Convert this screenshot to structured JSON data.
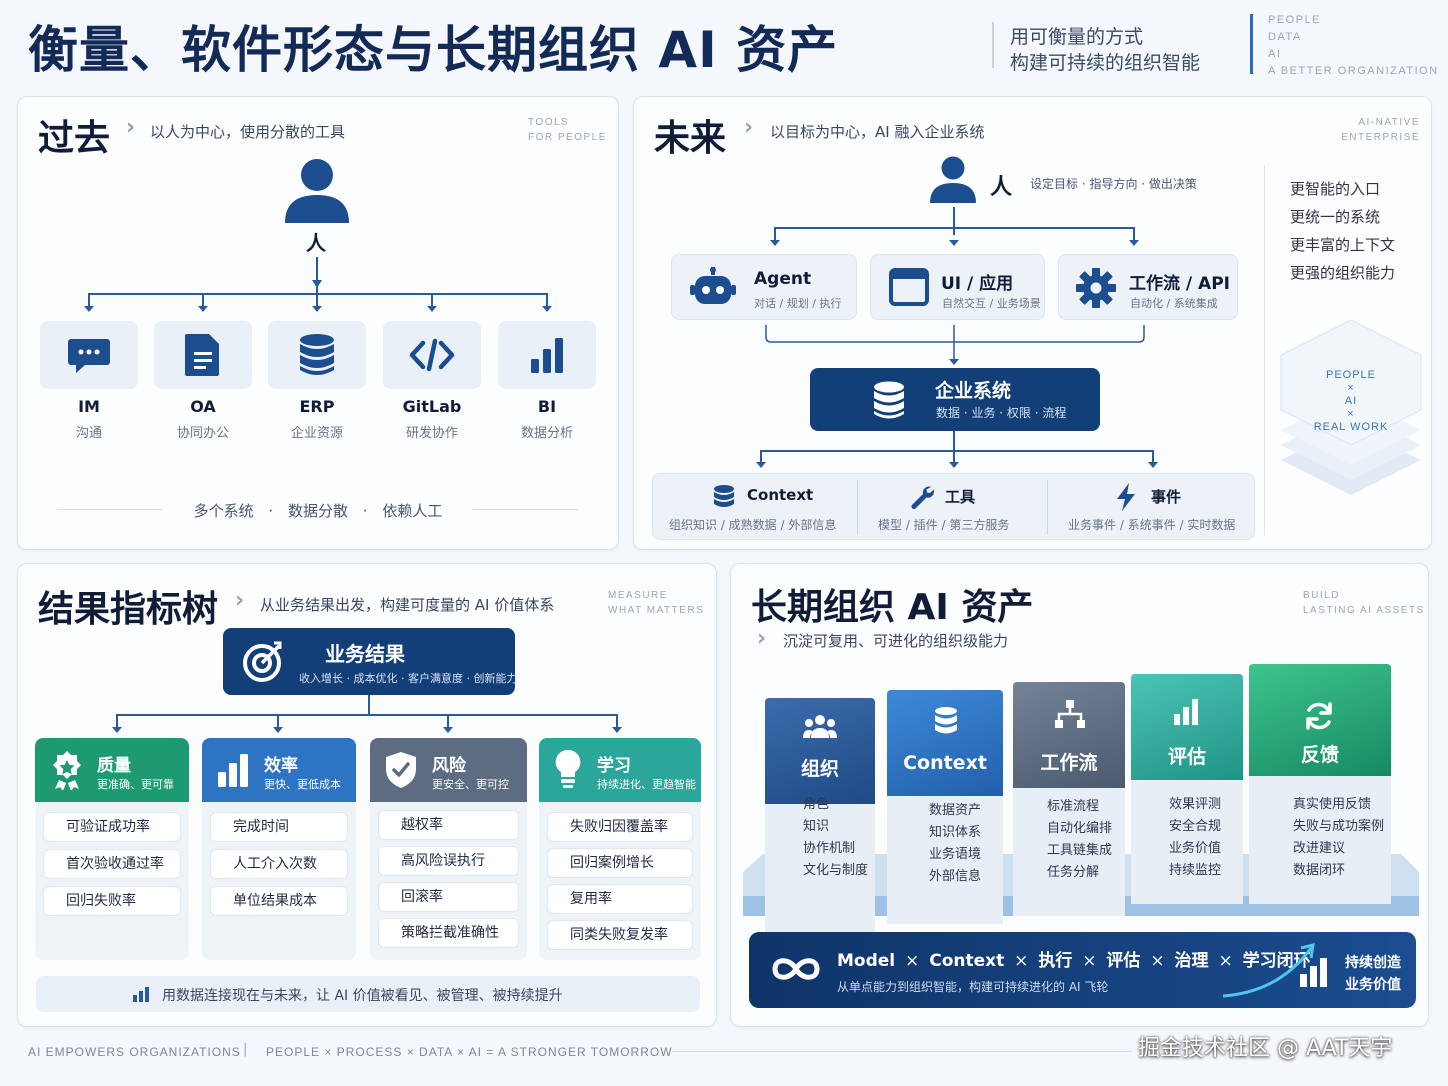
{
  "header": {
    "title": "衡量、软件形态与长期组织 AI 资产",
    "tagline_1": "用可衡量的方式",
    "tagline_2": "构建可持续的组织智能",
    "tags": [
      "PEOPLE",
      "DATA",
      "AI",
      "A BETTER ORGANIZATION"
    ]
  },
  "past": {
    "title": "过去",
    "subtitle": "以人为中心，使用分散的工具",
    "cap_1": "TOOLS",
    "cap_2": "FOR PEOPLE",
    "person_label": "人",
    "tools": [
      {
        "name": "IM",
        "desc": "沟通",
        "icon": "chat-icon"
      },
      {
        "name": "OA",
        "desc": "协同办公",
        "icon": "document-icon"
      },
      {
        "name": "ERP",
        "desc": "企业资源",
        "icon": "database-icon"
      },
      {
        "name": "GitLab",
        "desc": "研发协作",
        "icon": "code-icon"
      },
      {
        "name": "BI",
        "desc": "数据分析",
        "icon": "bar-chart-icon"
      }
    ],
    "footer_items": [
      "多个系统",
      "数据分散",
      "依赖人工"
    ]
  },
  "future": {
    "title": "未来",
    "subtitle": "以目标为中心，AI 融入企业系统",
    "cap_1": "AI-NATIVE",
    "cap_2": "ENTERPRISE",
    "person_label": "人",
    "person_desc": "设定目标 · 指导方向 · 做出决策",
    "cards": [
      {
        "title": "Agent",
        "desc": "对话 / 规划 / 执行",
        "icon": "robot-icon"
      },
      {
        "title": "UI / 应用",
        "desc": "自然交互 / 业务场景",
        "icon": "window-icon"
      },
      {
        "title": "工作流 / API",
        "desc": "自动化 / 系统集成",
        "icon": "gear-icon"
      }
    ],
    "enterprise": {
      "title": "企业系统",
      "desc": "数据 · 业务 · 权限 · 流程"
    },
    "bottom": [
      {
        "title": "Context",
        "desc": "组织知识 / 成熟数据 / 外部信息",
        "icon": "database-icon"
      },
      {
        "title": "工具",
        "desc": "模型 / 插件 / 第三方服务",
        "icon": "wrench-icon"
      },
      {
        "title": "事件",
        "desc": "业务事件 / 系统事件 / 实时数据",
        "icon": "lightning-icon"
      }
    ],
    "benefits": [
      "更智能的入口",
      "更统一的系统",
      "更丰富的上下文",
      "更强的组织能力"
    ],
    "stack_1": "PEOPLE",
    "stack_x1": "×",
    "stack_2": "AI",
    "stack_x2": "×",
    "stack_3": "REAL WORK"
  },
  "metrics": {
    "title": "结果指标树",
    "subtitle": "从业务结果出发，构建可度量的 AI 价值体系",
    "cap_1": "MEASURE",
    "cap_2": "WHAT MATTERS",
    "root": {
      "title": "业务结果",
      "desc": "收入增长 · 成本优化 · 客户满意度 · 创新能力"
    },
    "columns": [
      {
        "title": "质量",
        "desc": "更准确、更可靠",
        "icon": "badge-icon",
        "items": [
          "可验证成功率",
          "首次验收通过率",
          "回归失败率"
        ]
      },
      {
        "title": "效率",
        "desc": "更快、更低成本",
        "icon": "bar-chart-icon",
        "items": [
          "完成时间",
          "人工介入次数",
          "单位结果成本"
        ]
      },
      {
        "title": "风险",
        "desc": "更安全、更可控",
        "icon": "shield-icon",
        "items": [
          "越权率",
          "高风险误执行",
          "回滚率",
          "策略拦截准确性"
        ]
      },
      {
        "title": "学习",
        "desc": "持续进化、更趋智能",
        "icon": "bulb-icon",
        "items": [
          "失败归因覆盖率",
          "回归案例增长",
          "复用率",
          "同类失败复发率"
        ]
      }
    ],
    "footer": "用数据连接现在与未来，让 AI 价值被看见、被管理、被持续提升"
  },
  "assets": {
    "title": "长期组织 AI 资产",
    "subtitle": "沉淀可复用、可进化的组织级能力",
    "cap_1": "BUILD",
    "cap_2": "LASTING AI ASSETS",
    "cubes": [
      {
        "title": "组织",
        "icon": "people-icon",
        "color": "#2a5896",
        "items": [
          "角色",
          "知识",
          "协作机制",
          "文化与制度"
        ]
      },
      {
        "title": "Context",
        "icon": "database-icon",
        "color": "#2d74c2",
        "items": [
          "数据资产",
          "知识体系",
          "业务语境",
          "外部信息"
        ]
      },
      {
        "title": "工作流",
        "icon": "flow-icon",
        "color": "#5d6c80",
        "items": [
          "标准流程",
          "自动化编排",
          "工具链集成",
          "任务分解"
        ]
      },
      {
        "title": "评估",
        "icon": "bar-chart-icon",
        "color": "#2aa69a",
        "items": [
          "效果评测",
          "安全合规",
          "业务价值",
          "持续监控"
        ]
      },
      {
        "title": "反馈",
        "icon": "refresh-icon",
        "color": "#1e9a72",
        "items": [
          "真实使用反馈",
          "失败与成功案例",
          "改进建议",
          "数据闭环"
        ]
      }
    ],
    "banner": {
      "formula": [
        "Model",
        "×",
        "Context",
        "×",
        "执行",
        "×",
        "评估",
        "×",
        "治理",
        "×",
        "学习闭环"
      ],
      "desc": "从单点能力到组织智能，构建可持续进化的 AI 飞轮",
      "right_1": "持续创造",
      "right_2": "业务价值"
    }
  },
  "footer": {
    "left": "AI EMPOWERS ORGANIZATIONS",
    "sep": "|",
    "mid": "PEOPLE × PROCESS × DATA × AI = A STRONGER TOMORROW",
    "watermark": "掘金技术社区 @ AAT天宇"
  },
  "colors": {
    "navy": "#133f78",
    "blue": "#2d74c2",
    "teal": "#2aa69a",
    "green": "#1e9a72",
    "gray": "#5d6c80"
  }
}
